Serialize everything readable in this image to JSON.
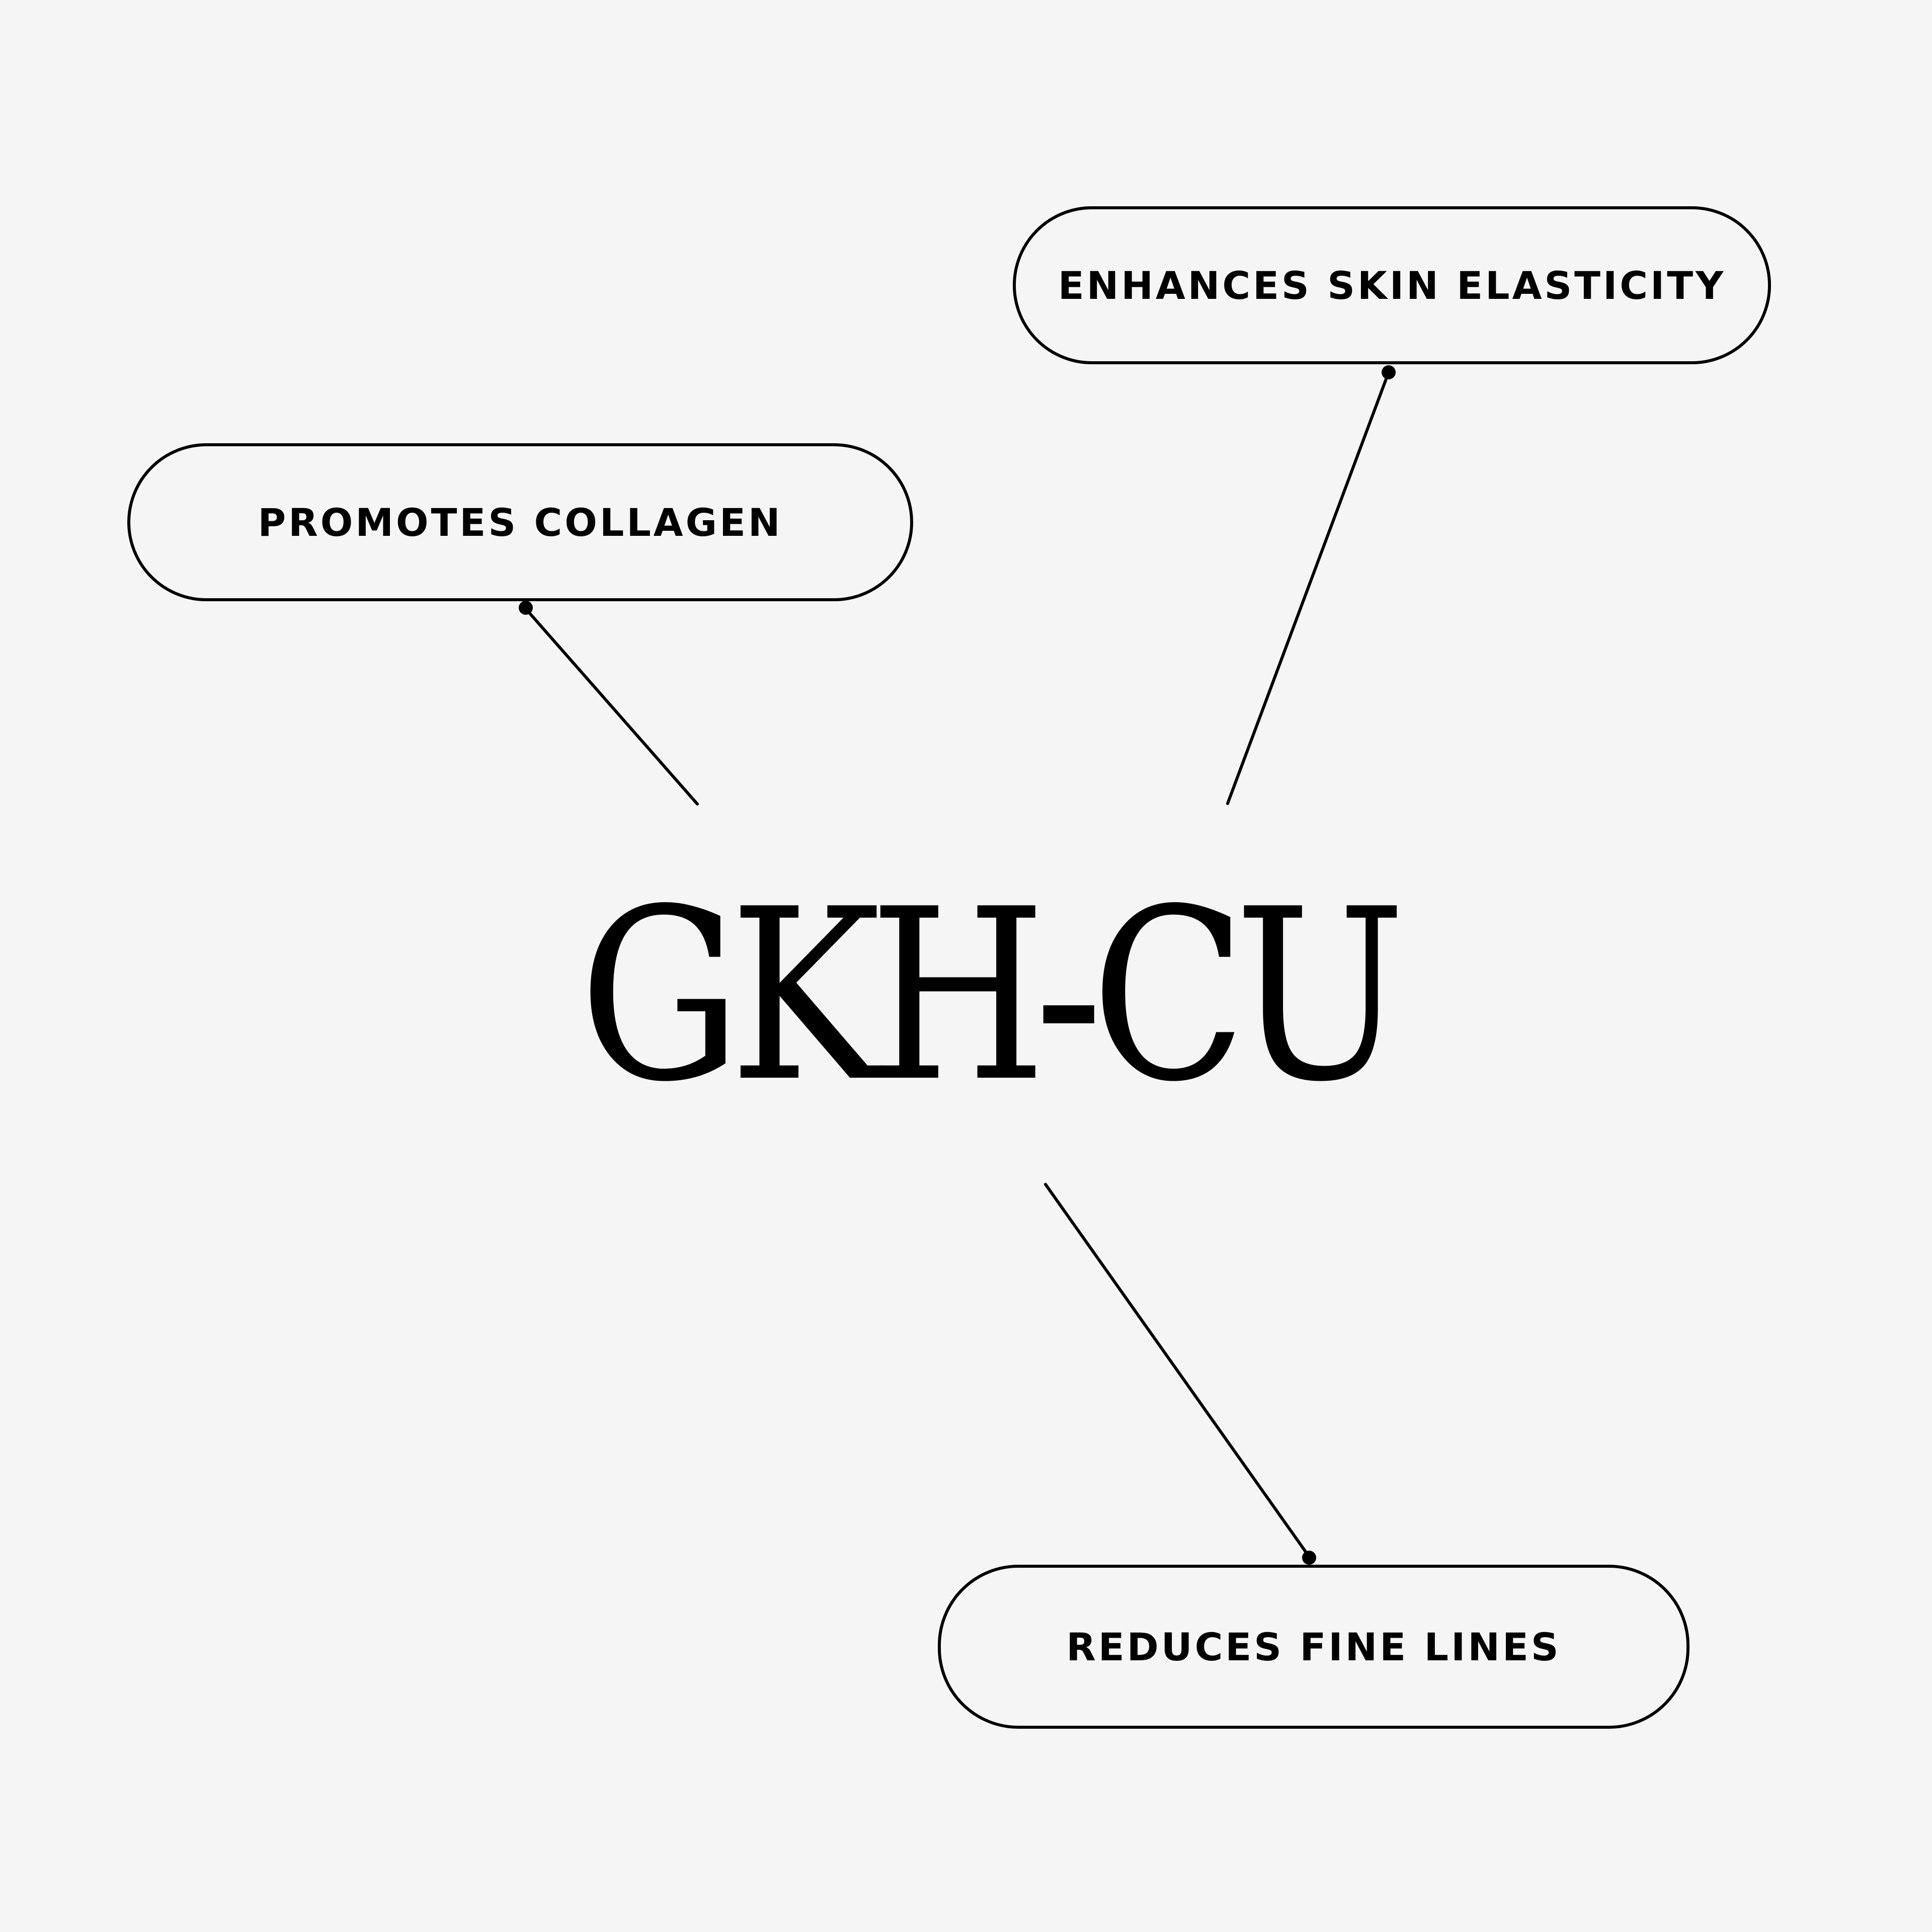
{
  "title": "GKH-CU",
  "benefits": [
    "ENHANCES SKIN ELASTICITY",
    "PROMOTES COLLAGEN",
    "REDUCES FINE LINES"
  ],
  "colors": {
    "background": "#f5f5f5",
    "ink": "#000000"
  }
}
